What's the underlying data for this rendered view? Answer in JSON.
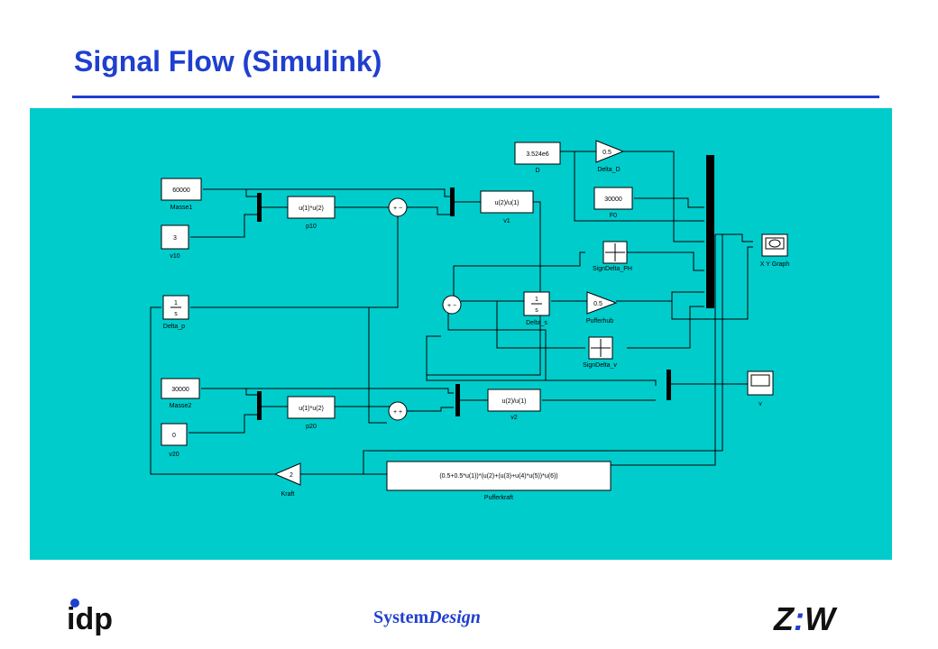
{
  "slide": {
    "title": "Signal Flow (Simulink)"
  },
  "blocks": {
    "masse1_value": "60000",
    "masse1_label": "Masse1",
    "v10_value": "3",
    "v10_label": "v10",
    "p10_expr": "u(1)*u(2)",
    "p10_label": "p10",
    "v1_expr": "u(2)/u(1)",
    "v1_label": "v1",
    "d_value": "3.524e6",
    "d_label": "D",
    "delta_d_gain": "0.5",
    "delta_d_label": "Delta_D",
    "f0_value": "30000",
    "f0_label": "F0",
    "xy_graph_label": "X Y Graph",
    "sign_delta_ph_label": "SignDelta_PH",
    "delta_p_num": "1",
    "delta_p_den": "s",
    "delta_p_label": "Delta_p",
    "delta_s_num": "1",
    "delta_s_den": "s",
    "delta_s_label": "Delta_s",
    "pufferhub_gain": "0.5",
    "pufferhub_label": "Pufferhub",
    "sign_delta_v_label": "SignDelta_v",
    "masse2_value": "30000",
    "masse2_label": "Masse2",
    "v20_value": "0",
    "v20_label": "v20",
    "p20_expr": "u(1)*u(2)",
    "p20_label": "p20",
    "v2_expr": "u(2)/u(1)",
    "v2_label": "v2",
    "scope_v_label": "v",
    "kraft_gain": "2",
    "kraft_label": "Kraft",
    "pufferkraft_expr": "(0.5+0.5*u(1))*(u(2)+(u(3)+u(4)*u(5))*u(6))",
    "pufferkraft_label": "Pufferkraft",
    "sum1_signs": "+ −",
    "sum2_signs": "+ −",
    "sum3_signs": "+ +"
  },
  "footer": {
    "left_logo": "idp",
    "center_part1": "System",
    "center_part2": "Design",
    "right_logo_a": "Z",
    "right_logo_b": ":",
    "right_logo_c": "W"
  },
  "colors": {
    "title": "#1f3fcf",
    "canvas": "#00cccc",
    "block": "#ffffff"
  }
}
